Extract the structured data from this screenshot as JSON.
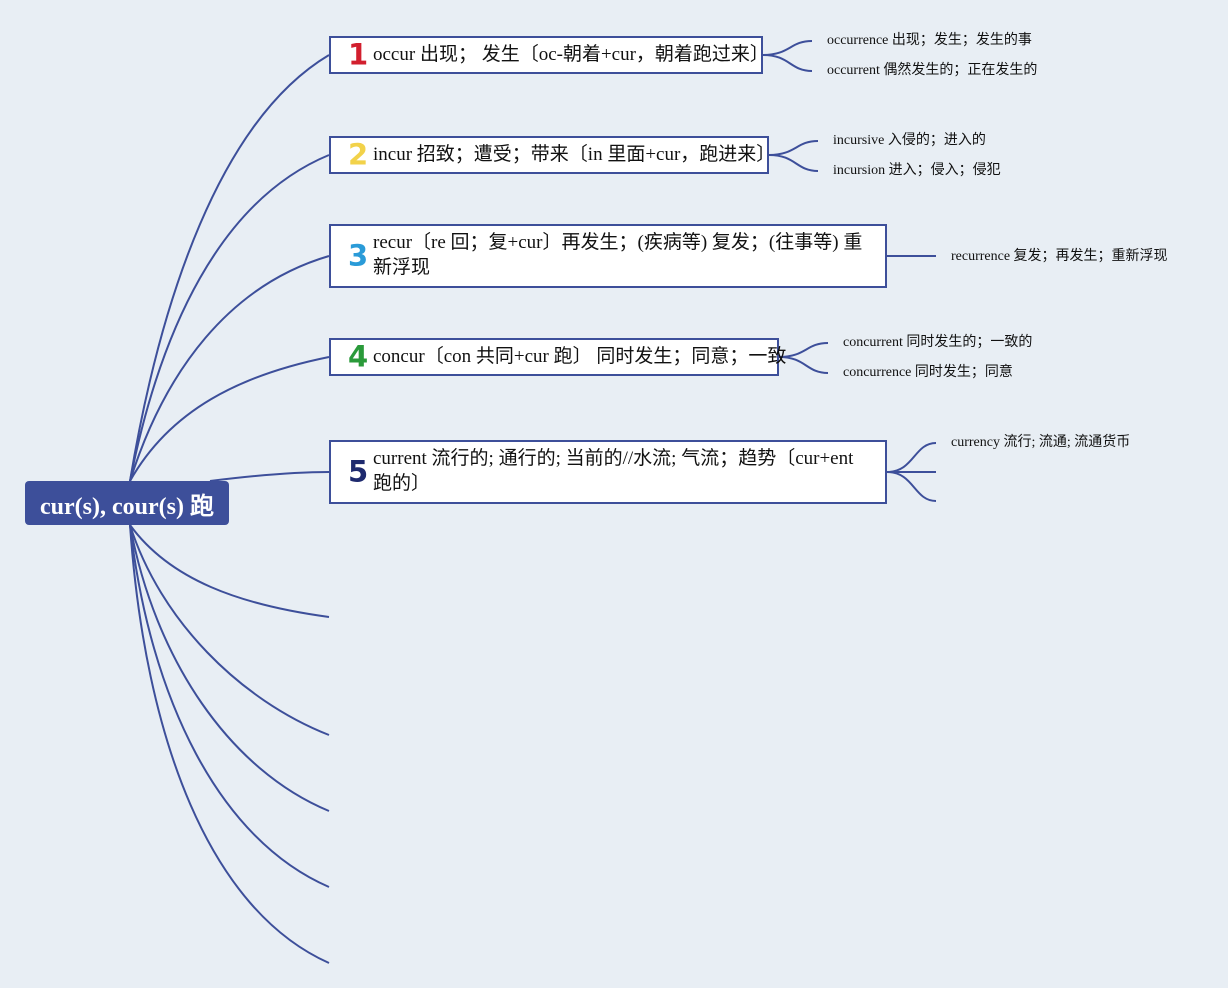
{
  "root": {
    "label": "cur(s), cour(s) 跑"
  },
  "colors": {
    "connector": "#3d4f9a",
    "root_background": "#3d4f9a",
    "background": "#e8eef4"
  },
  "branches": [
    {
      "number": "1",
      "number_color": "#d21f2e",
      "text": "occur 出现； 发生〔oc-朝着+cur，朝着跑过来〕",
      "children": [
        "occurrence 出现；发生；发生的事",
        "occurrent 偶然发生的；正在发生的"
      ]
    },
    {
      "number": "2",
      "number_color": "#f2d24a",
      "text": "incur 招致；遭受；带来〔in 里面+cur，跑进来〕",
      "children": [
        "incursive 入侵的；进入的",
        "incursion 进入；侵入；侵犯"
      ]
    },
    {
      "number": "3",
      "number_color": "#2a9bd8",
      "text": "recur〔re 回；复+cur〕再发生；(疾病等) 复发；(往事等) 重新浮现",
      "children": [
        "recurrence 复发；再发生；重新浮现"
      ]
    },
    {
      "number": "4",
      "number_color": "#2a9a3a",
      "text": "concur〔con 共同+cur 跑〕 同时发生；同意；一致",
      "children": [
        "concurrent 同时发生的；一致的",
        "concurrence 同时发生；同意"
      ]
    },
    {
      "number": "5",
      "number_color": "#1e2a6e",
      "text": "current 流行的; 通行的; 当前的//水流; 气流；趋势〔cur+ent 跑的〕",
      "children": [
        "currency 流行; 流通; 流通货币",
        "",
        ""
      ]
    }
  ]
}
